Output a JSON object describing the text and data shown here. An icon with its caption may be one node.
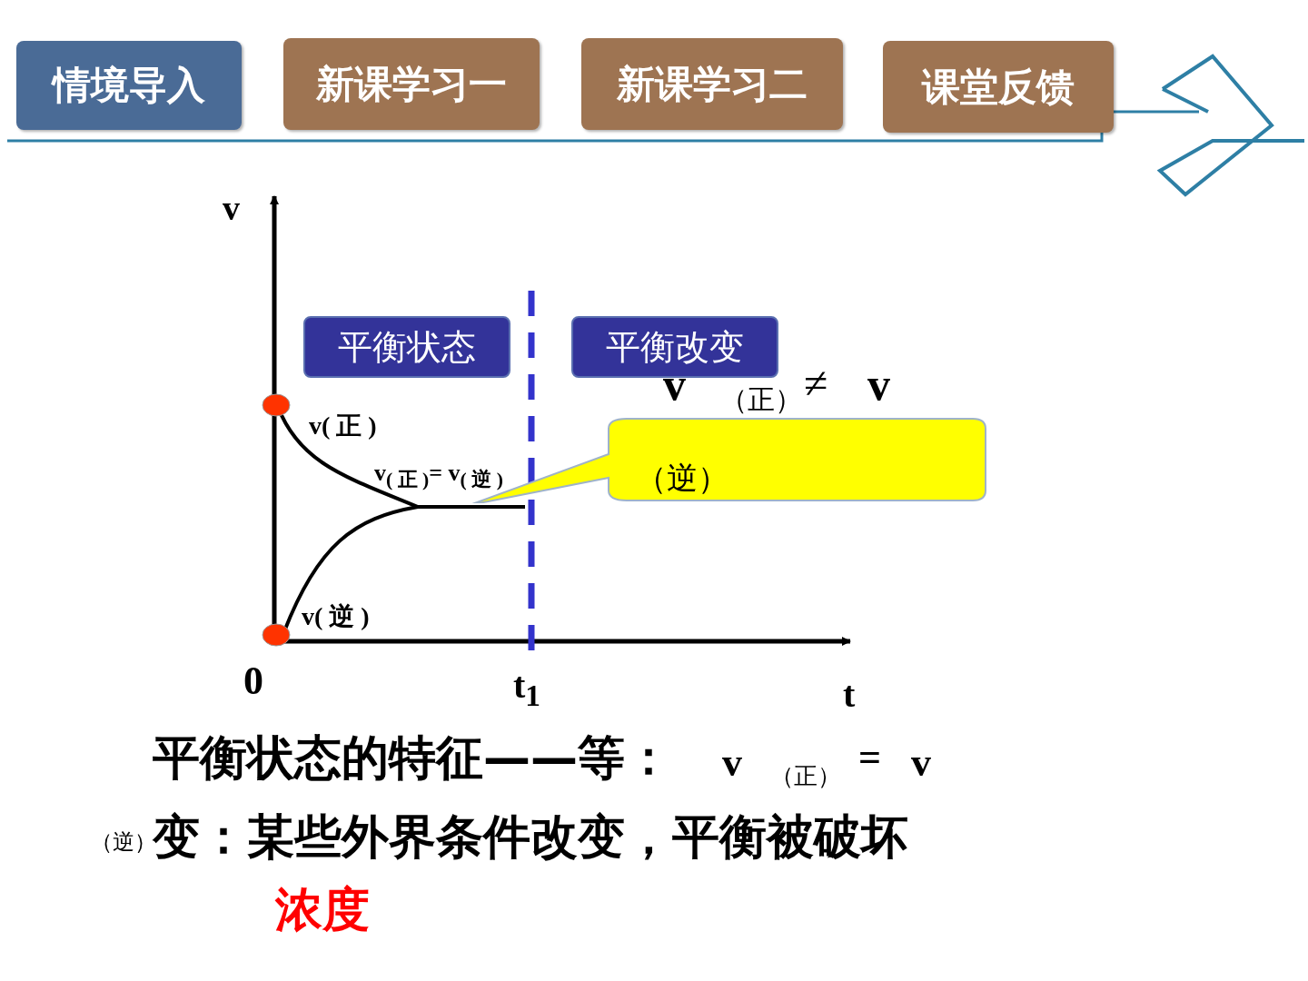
{
  "diagram": {
    "nodes": [
      {
        "text": [
          "情境导入"
        ]
      },
      {
        "text": [
          "新课学习一"
        ]
      },
      {
        "text": [
          "新课学习二"
        ]
      },
      {
        "text": [
          "课堂反馈"
        ]
      },
      {
        "text": [
          "平衡状态"
        ]
      },
      {
        "text": [
          "平衡改变"
        ]
      },
      {
        "text": [
          "（逆）"
        ]
      }
    ],
    "edges": [],
    "labels": [
      "v",
      "v( 正 )",
      "v$_{( 正 )}$= v$_{( 逆 )}$",
      "v( 逆 )",
      "0",
      "t$_{1}$",
      "t",
      "v",
      "（正）",
      "≠",
      "v",
      "平衡状态的特征——等：",
      "v",
      "（正）",
      "=",
      "v",
      "变：某些外界条件改变，平衡被破坏",
      "（逆）",
      "浓度"
    ]
  }
}
